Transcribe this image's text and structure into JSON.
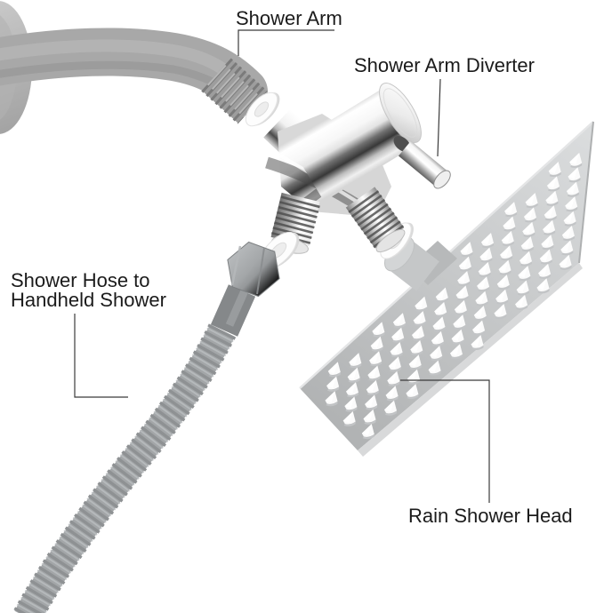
{
  "diagram": {
    "background": "#ffffff",
    "callouts": {
      "shower_arm": {
        "label": "Shower Arm"
      },
      "diverter": {
        "label": "Shower Arm Diverter"
      },
      "hose": {
        "label_line1": "Shower Hose to",
        "label_line2": "Handheld Shower"
      },
      "rain_head": {
        "label": "Rain Shower Head"
      }
    },
    "palette": {
      "label_text": "#1b1b1b",
      "leader_line": "#3b3b3b",
      "metal_gray": "#a8a8a8",
      "hose_gray": "#a3a6a8",
      "plate_gray": "#c9cbcc",
      "nozzle_white": "#fbfbfb",
      "chrome_dark": "#383838",
      "chrome_light": "#ffffff",
      "gasket_white": "#fdfdfd"
    }
  }
}
